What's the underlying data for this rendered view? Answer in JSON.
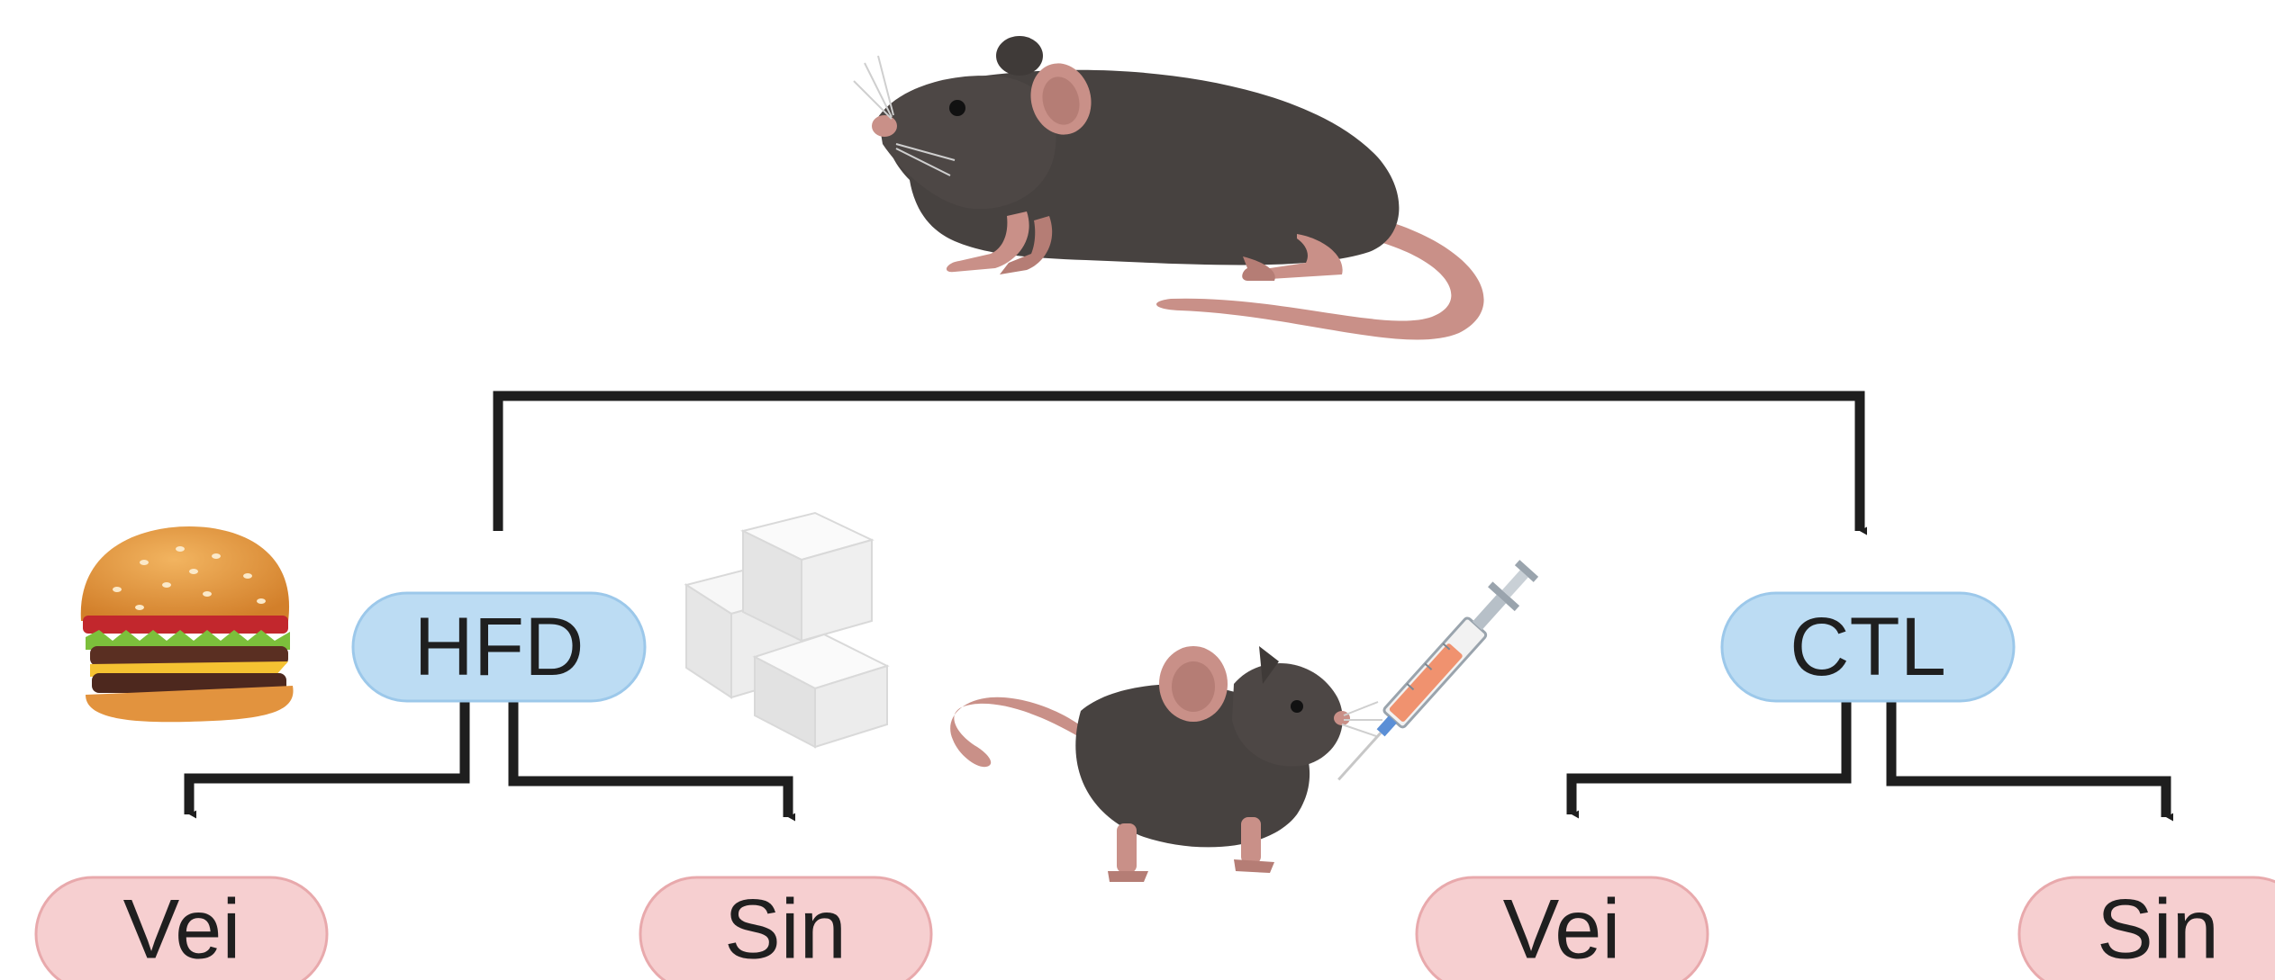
{
  "groups": {
    "hfd": {
      "label": "HFD",
      "children": {
        "left": "Vei",
        "right": "Sin"
      }
    },
    "ctl": {
      "label": "CTL",
      "children": {
        "left": "Vei",
        "right": "Sin"
      }
    }
  },
  "colors": {
    "group_fill": "#bcdcf3",
    "group_stroke": "#9cc8ea",
    "treatment_fill": "#f6cfd0",
    "treatment_stroke": "#e8a9ac",
    "arrow": "#1e1e1e",
    "mouse_body": "#474240",
    "mouse_pink": "#c99088"
  },
  "icons": [
    "mouse-icon",
    "hamburger-icon",
    "sugar-cubes-icon",
    "small-mouse-icon",
    "syringe-icon"
  ]
}
